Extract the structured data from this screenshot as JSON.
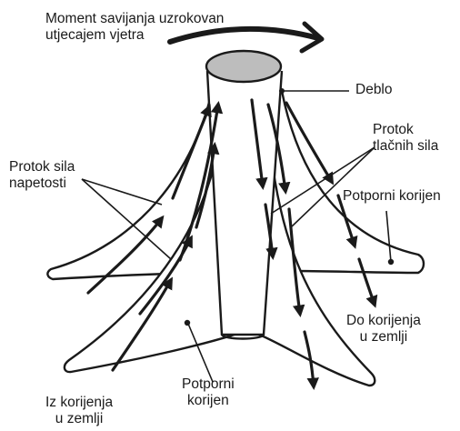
{
  "labels": {
    "moment": "Moment savijanja uzrokovan\nutjecajem vjetra",
    "deblo": "Deblo",
    "tension": "Protok sila\nnapetosti",
    "compression": "Protok\ntlačnih sila",
    "buttress_right": "Potporni korijen",
    "to_roots": "Do korijenja\nu zemlji",
    "from_roots": "Iz korijenja\nu zemlji",
    "buttress_bottom": "Potporni\nkorijen"
  },
  "colors": {
    "ink": "#1a1a1a",
    "stump_top": "#bdbdbd",
    "background": "#ffffff"
  }
}
